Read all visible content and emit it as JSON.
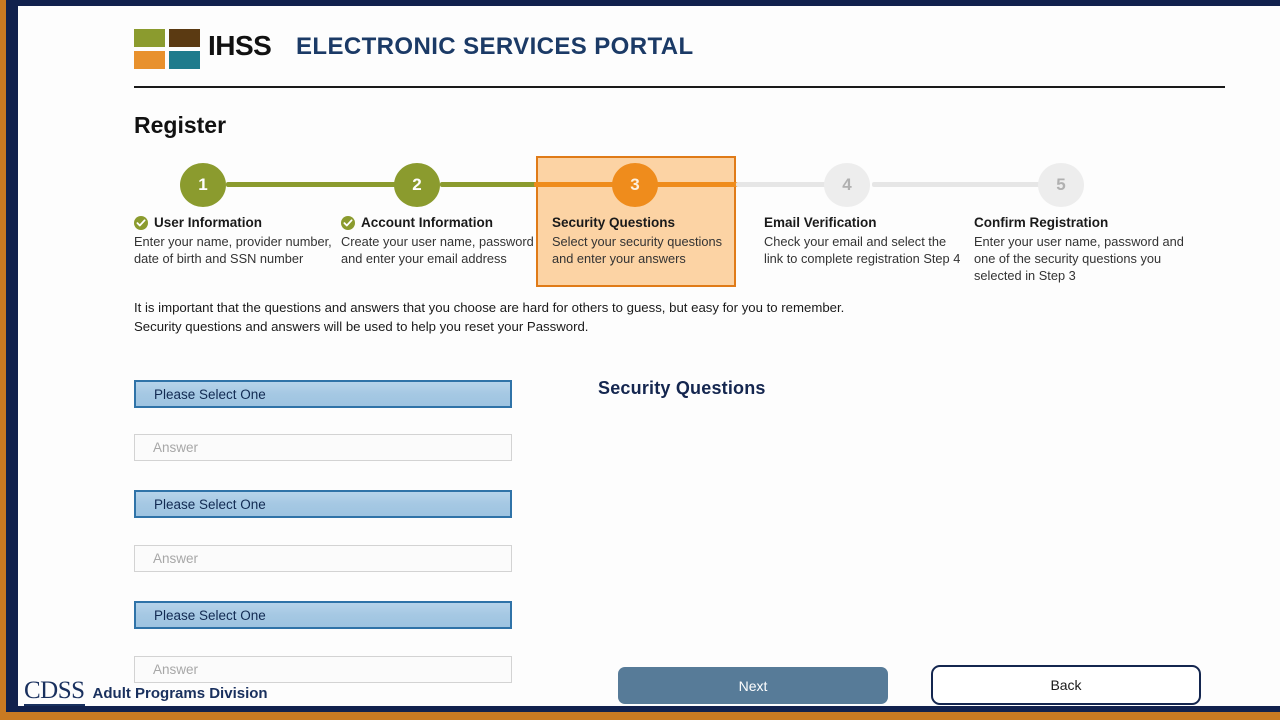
{
  "header": {
    "logo_squares": [
      {
        "name": "olive",
        "color": "#8b9b2e"
      },
      {
        "name": "brown",
        "color": "#5b3a12"
      },
      {
        "name": "orange",
        "color": "#e8912d"
      },
      {
        "name": "teal",
        "color": "#1f7b8c"
      }
    ],
    "brand_abbrev": "IHSS",
    "brand_title": "ELECTRONIC SERVICES PORTAL"
  },
  "page": {
    "title": "Register"
  },
  "stepper": {
    "active_step": 3,
    "colors": {
      "done": "#8b9b2e",
      "active": "#ef8c1c",
      "todo": "#ededed",
      "highlight_fill": "#fcd3a4",
      "highlight_border": "#e07b18"
    },
    "steps": [
      {
        "number": "1",
        "state": "done",
        "title": "User Information",
        "description": "Enter your name, provider number, date of birth and SSN number"
      },
      {
        "number": "2",
        "state": "done",
        "title": "Account Information",
        "description": "Create your user name, password and enter your email address"
      },
      {
        "number": "3",
        "state": "active",
        "title": "Security Questions",
        "description": "Select your security questions and enter your answers"
      },
      {
        "number": "4",
        "state": "todo",
        "title": "Email Verification",
        "description": "Check your email and select the link to complete registration Step 4"
      },
      {
        "number": "5",
        "state": "todo",
        "title": "Confirm Registration",
        "description": "Enter your user name, password and one of the security questions you selected in Step 3"
      }
    ]
  },
  "intro": {
    "line1": "It is important that the questions and answers that you choose are hard for others to guess, but easy for you to remember.",
    "line2": "Security questions and answers will be used to help you reset your Password."
  },
  "form": {
    "section_heading": "Security Questions",
    "rows": [
      {
        "select_value": "Please Select One",
        "answer_placeholder": "Answer",
        "answer_value": ""
      },
      {
        "select_value": "Please Select One",
        "answer_placeholder": "Answer",
        "answer_value": ""
      },
      {
        "select_value": "Please Select One",
        "answer_placeholder": "Answer",
        "answer_value": ""
      }
    ]
  },
  "buttons": {
    "next_label": "Next",
    "back_label": "Back",
    "next_color": "#577b98",
    "back_border_color": "#14264f"
  },
  "footer": {
    "agency_mark": "CDSS",
    "agency_division": "Adult Programs Division",
    "color": "#19305e"
  }
}
